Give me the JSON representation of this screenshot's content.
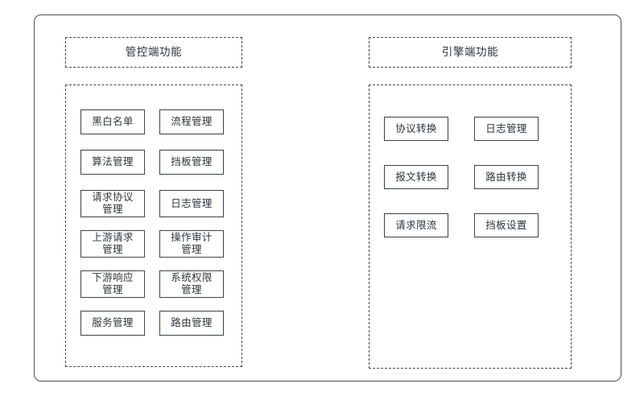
{
  "diagram": {
    "title_present": false,
    "background_color": "#ffffff",
    "border_color": "#3c4046",
    "text_color": "#2f3338",
    "panels": [
      {
        "id": "control-side",
        "header": "管控端功能",
        "columns": 2,
        "rows": [
          {
            "left": "黑白名单",
            "right": "流程管理",
            "two_line": false
          },
          {
            "left": "算法管理",
            "right": "挡板管理",
            "two_line": false
          },
          {
            "left": "请求协议\n管理",
            "right": "日志管理",
            "two_line": true
          },
          {
            "left": "上游请求\n管理",
            "right": "操作审计\n管理",
            "two_line": true
          },
          {
            "left": "下游响应\n管理",
            "right": "系统权限\n管理",
            "two_line": true
          },
          {
            "left": "服务管理",
            "right": "路由管理",
            "two_line": false
          }
        ]
      },
      {
        "id": "engine-side",
        "header": "引擎端功能",
        "columns": 2,
        "rows": [
          {
            "left": "协议转换",
            "right": "日志管理",
            "two_line": false
          },
          {
            "left": "报文转换",
            "right": "路由转换",
            "two_line": false
          },
          {
            "left": "请求限流",
            "right": "挡板设置",
            "two_line": false
          }
        ]
      }
    ]
  }
}
